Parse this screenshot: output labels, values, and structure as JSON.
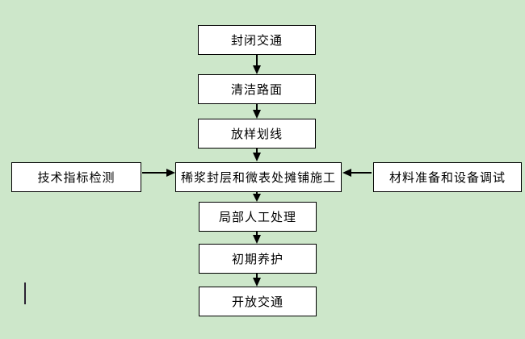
{
  "canvas": {
    "background_color": "#cde7ca",
    "box_fill": "#ffffff",
    "box_border_color": "#000000",
    "arrow_color": "#000000",
    "caret_color": "#2b2333"
  },
  "diagram": {
    "type": "flowchart",
    "nodes": [
      {
        "id": "close-traffic",
        "label": "封闭交通"
      },
      {
        "id": "clean-road",
        "label": "清洁路面"
      },
      {
        "id": "layout-marking",
        "label": "放样划线"
      },
      {
        "id": "tech-inspection",
        "label": "技术指标检测"
      },
      {
        "id": "slurry-paving",
        "label": "稀浆封层和微表处摊铺施工"
      },
      {
        "id": "material-prep",
        "label": "材料准备和设备调试"
      },
      {
        "id": "local-manual",
        "label": "局部人工处理"
      },
      {
        "id": "initial-curing",
        "label": "初期养护"
      },
      {
        "id": "open-traffic",
        "label": "开放交通"
      }
    ],
    "edges": [
      {
        "from": "close-traffic",
        "to": "clean-road"
      },
      {
        "from": "clean-road",
        "to": "layout-marking"
      },
      {
        "from": "layout-marking",
        "to": "slurry-paving"
      },
      {
        "from": "tech-inspection",
        "to": "slurry-paving"
      },
      {
        "from": "material-prep",
        "to": "slurry-paving"
      },
      {
        "from": "slurry-paving",
        "to": "local-manual"
      },
      {
        "from": "local-manual",
        "to": "initial-curing"
      },
      {
        "from": "initial-curing",
        "to": "open-traffic"
      }
    ]
  }
}
